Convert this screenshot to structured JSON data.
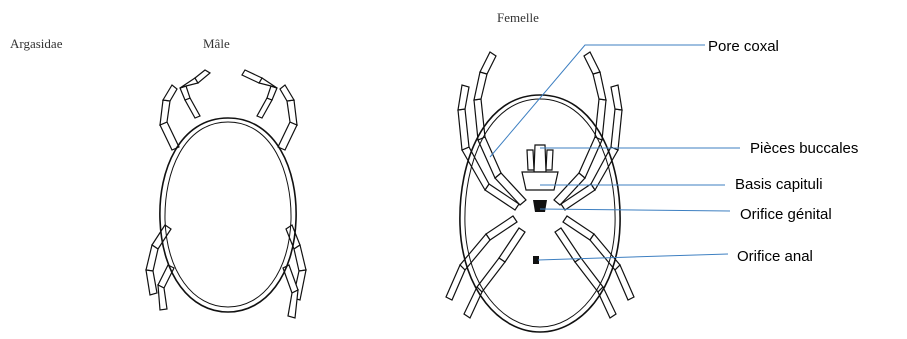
{
  "family_label": "Argasidae",
  "male_label": "Mâle",
  "female_label": "Femelle",
  "callouts": [
    {
      "id": "pore-coxal",
      "text": "Pore coxal"
    },
    {
      "id": "pieces-buccales",
      "text": "Pièces buccales"
    },
    {
      "id": "basis-capituli",
      "text": "Basis capituli"
    },
    {
      "id": "orifice-genital",
      "text": "Orifice génital"
    },
    {
      "id": "orifice-anal",
      "text": "Orifice anal"
    }
  ],
  "colors": {
    "pointer_line": "#3d7fc1",
    "outline": "#111111",
    "label": "#000000"
  }
}
